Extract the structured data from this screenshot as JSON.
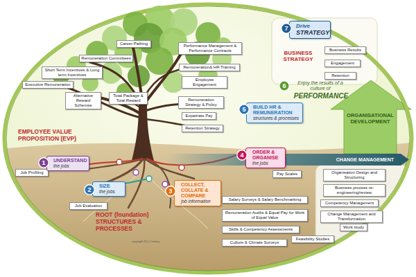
{
  "diagram": {
    "nodes": [
      {
        "text": [
          "Career Pathing"
        ]
      },
      {
        "text": [
          "Performance Management & Performance Contracts"
        ]
      },
      {
        "text": [
          "Remuneration Committees"
        ]
      },
      {
        "text": [
          "Remuneration& HR Training"
        ]
      },
      {
        "text": [
          "Short Term Incentives & Long term Incentives"
        ]
      },
      {
        "text": [
          "Employee Engagement"
        ]
      },
      {
        "text": [
          "Executive Remuneration"
        ]
      },
      {
        "text": [
          "Alternative Reward Schemes"
        ]
      },
      {
        "text": [
          "Total Package & Total Reward"
        ]
      },
      {
        "text": [
          "Remuneration Strategy & Policy"
        ]
      },
      {
        "text": [
          "Expatriate Pay"
        ]
      },
      {
        "text": [
          "Retention Strategy"
        ]
      },
      {
        "text": [
          "7"
        ]
      },
      {
        "text": [
          "Drive",
          "STRATEGY"
        ]
      },
      {
        "text": [
          "Business Results"
        ]
      },
      {
        "text": [
          "Engagement"
        ]
      },
      {
        "text": [
          "Retention"
        ]
      },
      {
        "text": [
          "5"
        ]
      },
      {
        "text": [
          "BUILD HR & REMUNERATION",
          "structures & processes"
        ]
      },
      {
        "text": [
          "6"
        ]
      },
      {
        "text": [
          "CHANGE MANAGEMENT"
        ]
      },
      {
        "text": [
          "4"
        ]
      },
      {
        "text": [
          "ORDER & ORGANISE",
          "the jobs"
        ]
      },
      {
        "text": [
          "1"
        ]
      },
      {
        "text": [
          "UNDERSTAND",
          "the jobs"
        ]
      },
      {
        "text": [
          "Organisation Design and Structuring"
        ]
      },
      {
        "text": [
          "Job Profiling"
        ]
      },
      {
        "text": [
          "Pay Scales"
        ]
      },
      {
        "text": [
          "Business process re-engineering/review"
        ]
      },
      {
        "text": [
          "2"
        ]
      },
      {
        "text": [
          "SIZE",
          "the jobs"
        ]
      },
      {
        "text": [
          "Competency Management"
        ]
      },
      {
        "text": [
          "3"
        ]
      },
      {
        "text": [
          "COLLECT, COLLATE & COMPARE",
          "job information"
        ]
      },
      {
        "text": [
          "Salary Surveys & Salary Benchmarking"
        ]
      },
      {
        "text": [
          "Change Management and Transformation"
        ]
      },
      {
        "text": [
          "Job Evaluation"
        ]
      },
      {
        "text": [
          "Remuneration Audits & Equal Pay for Work of Equal Value"
        ]
      },
      {
        "text": [
          "Work study"
        ]
      },
      {
        "text": [
          "Skills & Competency Assessments"
        ]
      },
      {
        "text": [
          "Culture & Climate Surveys"
        ]
      },
      {
        "text": [
          "Feasibility Studies"
        ]
      }
    ],
    "labels": [
      "BUSINESS STRATEGY",
      "Enjoy the results of a culture of",
      "PERFORMANCE",
      "ORGANISATIONAL DEVELOPMENT",
      "EMPLOYEE VALUE PROPOSITION (EVP)",
      "ROOT (foundation) STRUCTURES & PROCESSES",
      "copyright 21st Century"
    ]
  }
}
